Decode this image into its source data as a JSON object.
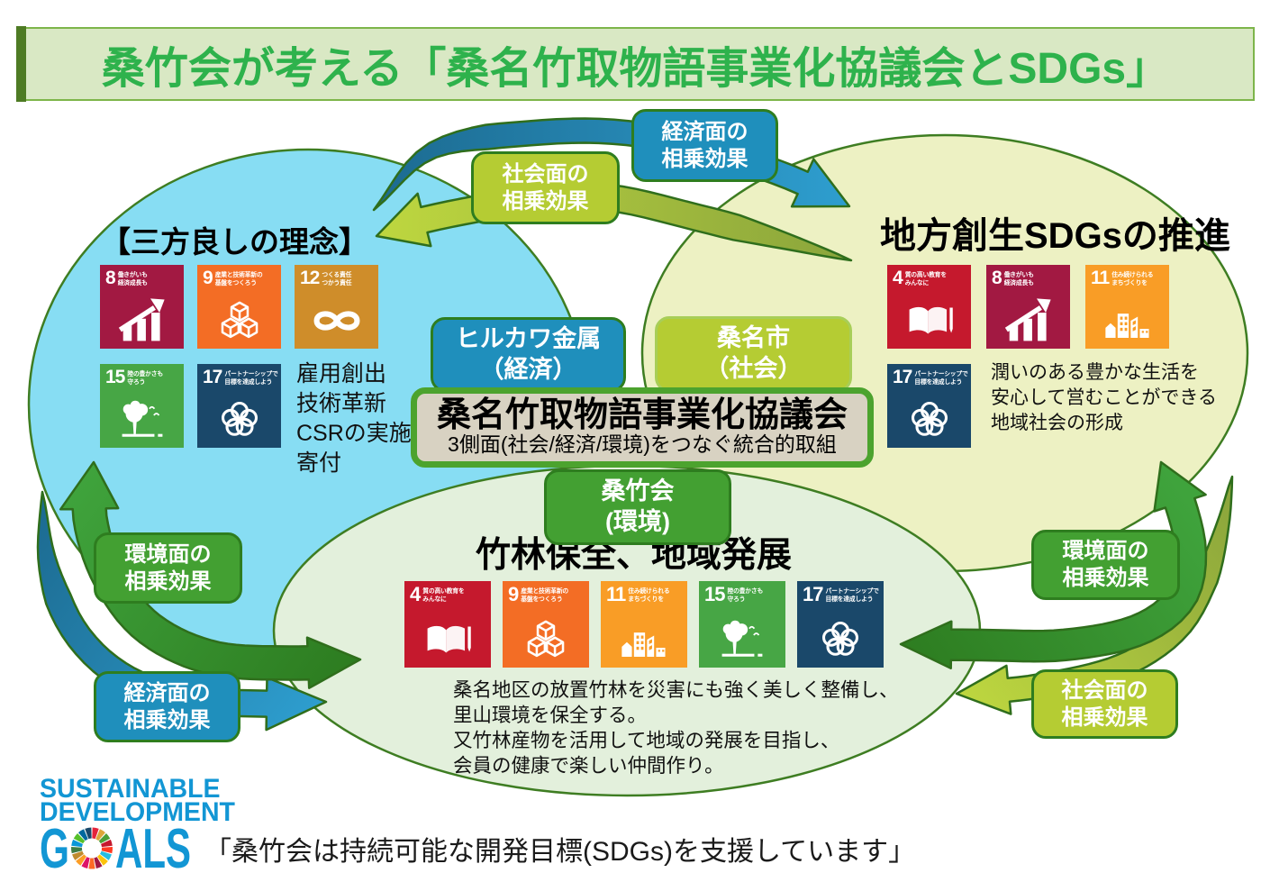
{
  "title_bar": {
    "text": "桑竹会が考える「桑名竹取物語事業化協議会とSDGs」"
  },
  "colors": {
    "title_text": "#2EB24C",
    "title_bg": "#D9E8C4",
    "title_border": "#7DB54A",
    "title_strip": "#4E7B24",
    "ellipse_left": "#87DDF3",
    "ellipse_right": "#EDF1C3",
    "ellipse_bottom": "#E3F0DC",
    "ellipse_outline": "#3E7D22",
    "ribbon_outline": "#2F6E1C",
    "blue_dark": "#1C6A90",
    "blue_bright": "#2E9ECF",
    "olive": "#8AA43C",
    "yellow_green": "#BED73F",
    "green_bright": "#3FA33C",
    "green_dark": "#2D7C20",
    "pill_blue": "#1F8FBC",
    "pill_yellow_green": "#B5CC33",
    "pill_green": "#43A032",
    "pill_border": "#2E7D1F",
    "kuwana_border": "#A8CE58",
    "center_box_bg": "#D8D2C2",
    "center_box_border": "#4CA32E",
    "logo_blue": "#1296D4",
    "text_black": "#111111"
  },
  "labels": {
    "synergy_economic": "経済面の\n相乗効果",
    "synergy_social": "社会面の\n相乗効果",
    "synergy_environment": "環境面の\n相乗効果",
    "hirukawa": "ヒルカワ金属\n（経済）",
    "kuwana_city": "桑名市\n（社会）",
    "soutikukai": "桑竹会\n(環境)"
  },
  "center_box": {
    "title": "桑名竹取物語事業化協議会",
    "subtitle": "3側面(社会/経済/環境)をつなぐ統合的取組"
  },
  "ellipse_left": {
    "heading": "【三方良しの理念】",
    "notes": "雇用創出\n技術革新\nCSRの実施\n寄付"
  },
  "ellipse_right": {
    "heading": "地方創生SDGsの推進",
    "notes": "潤いのある豊かな生活を\n安心して営むことができる\n地域社会の形成"
  },
  "ellipse_bottom": {
    "heading": "竹林保全、地域発展",
    "notes": "桑名地区の放置竹林を災害にも強く美しく整備し、\n里山環境を保全する。\n又竹林産物を活用して地域の発展を目指し、\n会員の健康で楽しい仲間作り。"
  },
  "sdg_goals": {
    "g4": {
      "num": "4",
      "title": "質の高い教育を\nみんなに",
      "color": "#C5192D"
    },
    "g8": {
      "num": "8",
      "title": "働きがいも\n経済成長も",
      "color": "#A21942"
    },
    "g9": {
      "num": "9",
      "title": "産業と技術革新の\n基盤をつくろう",
      "color": "#F36D25"
    },
    "g11": {
      "num": "11",
      "title": "住み続けられる\nまちづくりを",
      "color": "#F99D26"
    },
    "g12": {
      "num": "12",
      "title": "つくる責任\nつかう責任",
      "color": "#CF8D2A"
    },
    "g15": {
      "num": "15",
      "title": "陸の豊かさも\n守ろう",
      "color": "#47A645"
    },
    "g17": {
      "num": "17",
      "title": "パートナーシップで\n目標を達成しよう",
      "color": "#1A486A"
    }
  },
  "logo": {
    "line1": "SUSTAINABLE",
    "line2": "DEVELOPMENT",
    "goals_g": "G",
    "goals_als": "ALS",
    "wheel_colors": [
      "#E5243B",
      "#DDA63A",
      "#4C9F38",
      "#C5192D",
      "#FF3A21",
      "#26BDE2",
      "#FCC30B",
      "#A21942",
      "#FD6925",
      "#DD1367",
      "#FD9D24",
      "#BF8B2E",
      "#3F7E44",
      "#0A97D9",
      "#56C02B",
      "#00689D",
      "#19486A"
    ]
  },
  "footer": {
    "quote": "「桑竹会は持続可能な開発目標(SDGs)を支援しています」"
  }
}
